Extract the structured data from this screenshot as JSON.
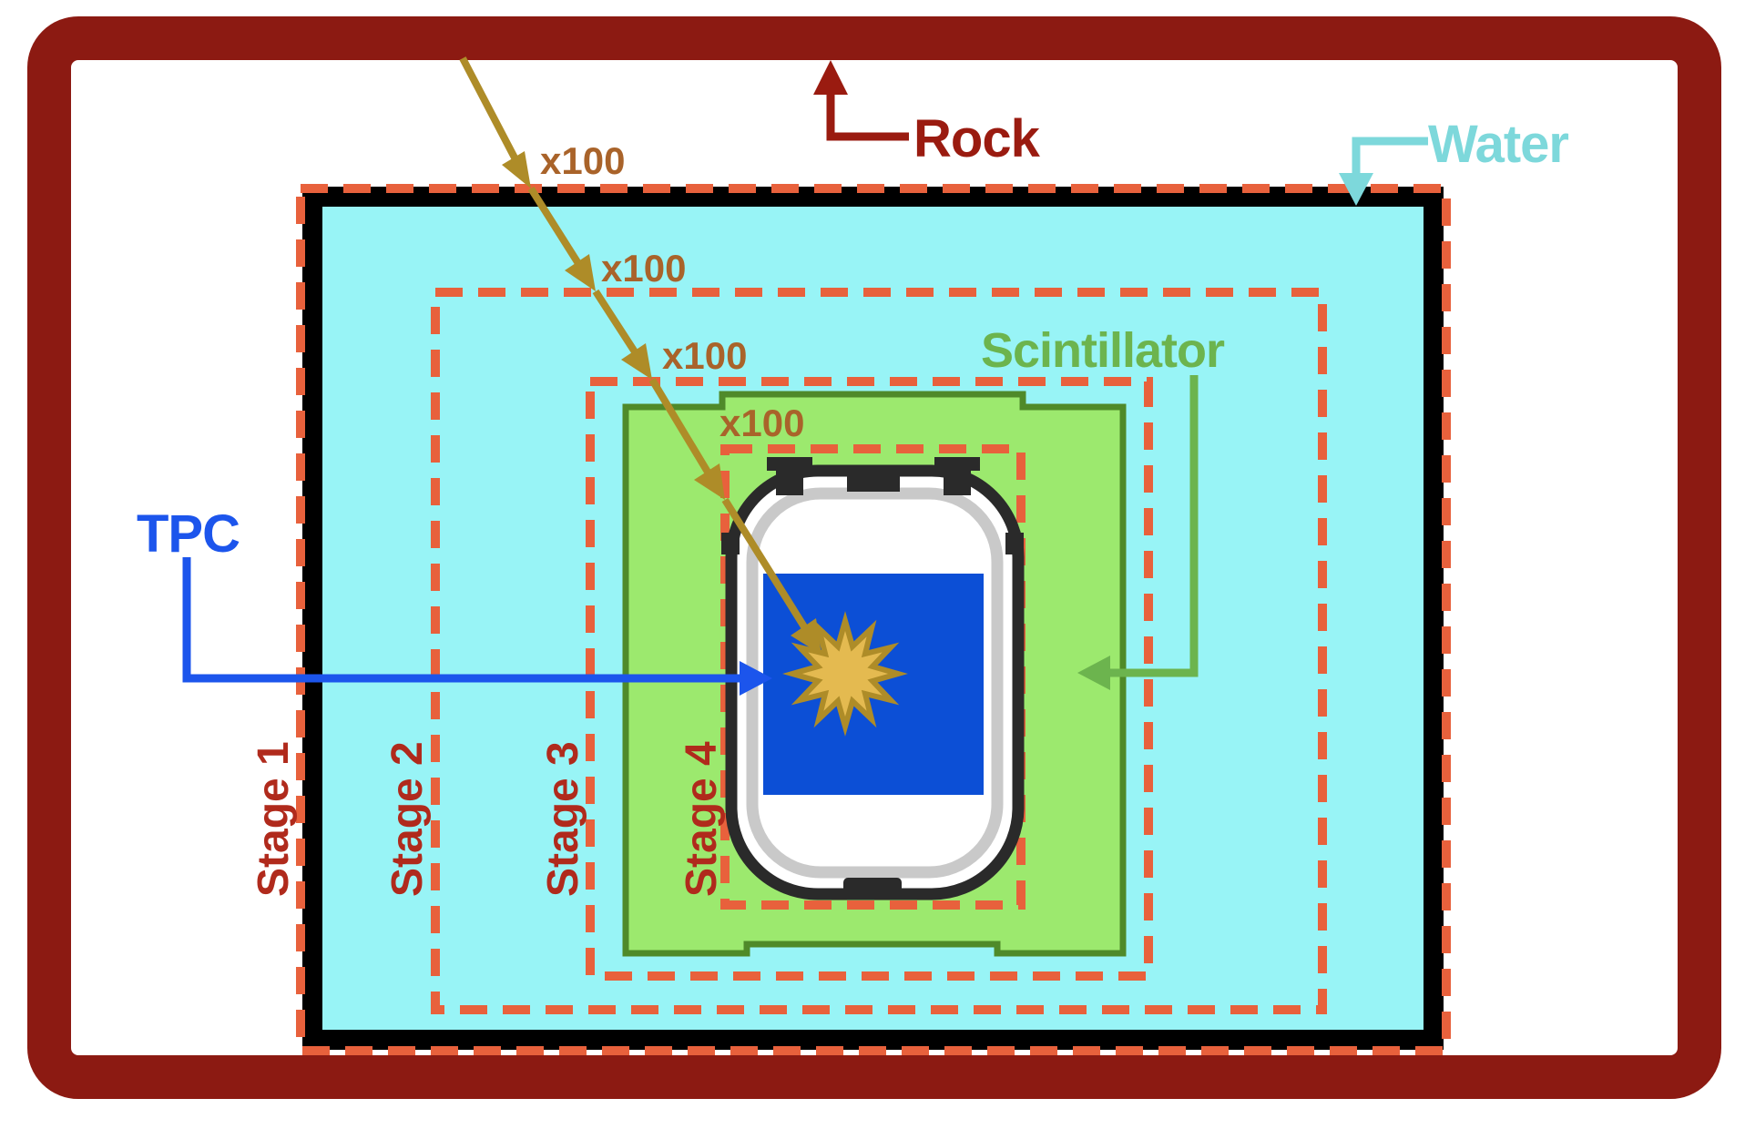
{
  "diagram": {
    "region_labels": {
      "rock": "Rock",
      "water": "Water",
      "scintillator": "Scintillator",
      "tpc": "TPC"
    },
    "multipliers": [
      "x100",
      "x100",
      "x100",
      "x100"
    ],
    "stages": [
      "Stage 1",
      "Stage 2",
      "Stage 3",
      "Stage 4"
    ],
    "colors": {
      "rock": "#8C1A12",
      "rock_label": "#9A1B10",
      "water_fill": "#98F4F6",
      "water_border": "#000000",
      "water_label": "#7DD8DB",
      "scint_fill": "#9CE96E",
      "scint_border": "#4F8A29",
      "scint_label": "#6CB44E",
      "stage_dash": "#E8613C",
      "stage_label": "#B02A1C",
      "gold": "#AE8C28",
      "star_fill": "#E4BA50",
      "x100": "#A9632A",
      "tpc_fill": "#0C4FD6",
      "tpc_label": "#1C55EC",
      "cryostat_outline": "#2A2A2A",
      "cryostat_detail": "#C9C9C9",
      "cryostat_body": "#FFFFFF"
    }
  }
}
